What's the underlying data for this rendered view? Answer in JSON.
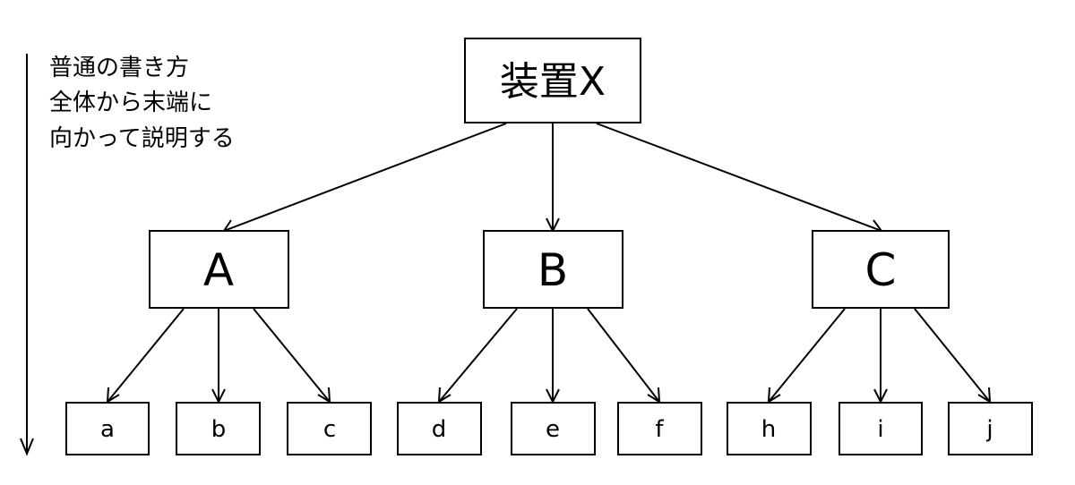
{
  "note": {
    "lines": [
      "普通の書き方",
      "全体から末端に",
      "向かって説明する"
    ]
  },
  "root": {
    "label": "装置X"
  },
  "children": [
    {
      "label": "A",
      "leaves": [
        "a",
        "b",
        "c"
      ]
    },
    {
      "label": "B",
      "leaves": [
        "d",
        "e",
        "f"
      ]
    },
    {
      "label": "C",
      "leaves": [
        "h",
        "i",
        "j"
      ]
    }
  ]
}
